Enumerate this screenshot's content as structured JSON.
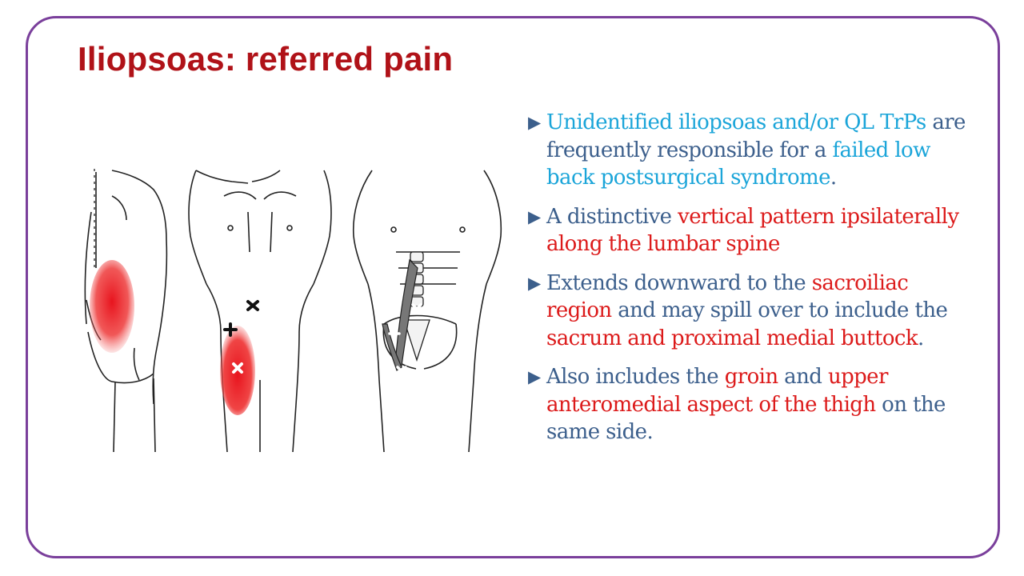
{
  "slide": {
    "title": "Iliopsoas: referred pain"
  },
  "colors": {
    "frame": "#7a3f9b",
    "title": "#b01218",
    "body_text": "#3c5f8c",
    "highlight_cyan": "#1ba5d9",
    "highlight_red": "#dc1a1a",
    "pain_fill": "#e8141e"
  },
  "figure": {
    "icon": "anatomy-illustration",
    "panels": [
      "back-view",
      "front-view",
      "front-skeletal-view"
    ]
  },
  "bullet_icon": "right-triangle-icon",
  "bullets": [
    {
      "segments": [
        {
          "text": "Unidentified iliopsoas and/or QL TrPs",
          "color": "cyan"
        },
        {
          "text": " are frequently responsible for a ",
          "color": "blue"
        },
        {
          "text": "failed low back postsurgical syndrome",
          "color": "cyan"
        },
        {
          "text": ".",
          "color": "blue"
        }
      ]
    },
    {
      "segments": [
        {
          "text": "A distinctive ",
          "color": "blue"
        },
        {
          "text": "vertical pattern ipsilaterally along the lumbar spine",
          "color": "red"
        }
      ]
    },
    {
      "segments": [
        {
          "text": "Extends downward to the ",
          "color": "blue"
        },
        {
          "text": "sacroiliac region",
          "color": "red"
        },
        {
          "text": " and may spill over to include the ",
          "color": "blue"
        },
        {
          "text": "sacrum and proximal medial buttock",
          "color": "red"
        },
        {
          "text": ".",
          "color": "blue"
        }
      ]
    },
    {
      "segments": [
        {
          "text": "Also includes the ",
          "color": "blue"
        },
        {
          "text": "groin",
          "color": "red"
        },
        {
          "text": " and ",
          "color": "blue"
        },
        {
          "text": "upper anteromedial aspect of the thigh",
          "color": "red"
        },
        {
          "text": " on the same side.",
          "color": "blue"
        }
      ]
    }
  ]
}
